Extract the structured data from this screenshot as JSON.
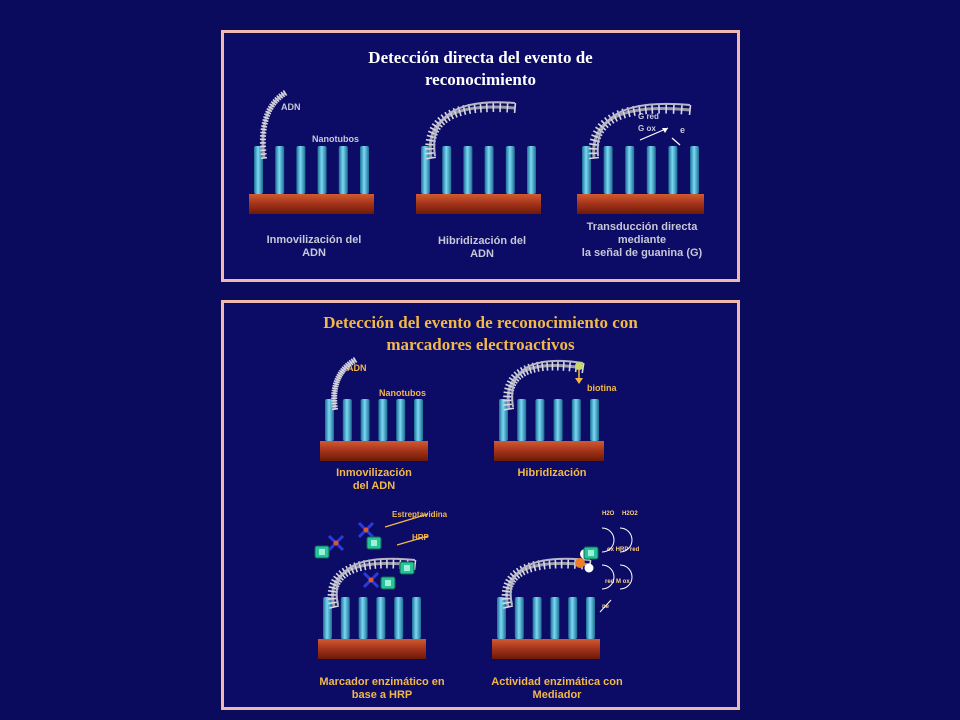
{
  "top_panel": {
    "title": "Detección directa del evento de\nreconocimiento",
    "dna_label": "ADN",
    "nanotubes_label": "Nanotubos",
    "step1": "Inmovilización del\nADN",
    "step2": "Hibridización del\nADN",
    "step3": "Transducción directa\nmediante\nla señal de guanina (G)",
    "g_red": "G red",
    "g_ox": "G ox",
    "electron": "e"
  },
  "bottom_panel": {
    "title": "Detección del evento de reconocimiento con\nmarcadores electroactivos",
    "dna_label": "ADN",
    "nanotubes_label": "Nanotubos",
    "biotin_label": "biotina",
    "step1": "Inmovilización\ndel ADN",
    "step2": "Hibridización",
    "streptavidin_label": "Estreptavidina",
    "hrp_label": "HRP",
    "step3": "Marcador enzimático en\nbase a HRP",
    "step4": "Actividad enzimática con\nMediador",
    "h2o": "H2O",
    "h2o2": "H2O2",
    "hrp_cycle": "ox HRP red",
    "mediator_cycle": "red M ox",
    "ne": "ne"
  },
  "colors": {
    "background": "#0b0b5e",
    "panel_border": "#f0b9b0",
    "title_top": "#ffffff",
    "title_bottom": "#f2b84a",
    "label_top": "#c8c8d8",
    "label_bottom": "#f2b84a",
    "nanotube": "#4fb8de",
    "electrode_base": "#b5401f",
    "streptavidin": "#2a3adf",
    "hrp": "#27c39a"
  }
}
